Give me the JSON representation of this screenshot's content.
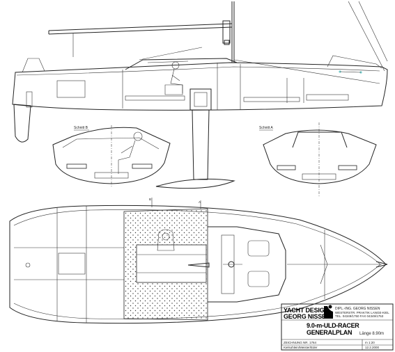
{
  "sections": {
    "section_b": "Schnitt B",
    "section_a": "Schnitt A"
  },
  "title_block": {
    "brand_line1": "YACHT DESIGN",
    "brand_line2": "GEORG NISSEN",
    "office_name": "DIPL.-ING. GEORG NISSEN",
    "office_line2": "WESTERSTR. PRAKTIK LANGE-KIEL",
    "office_line3": "TEL. 04349/1750 FAX 04349/1753",
    "project_title": "9.0-m-ULD-RACER",
    "drawing_title": "GENERALPLAN",
    "length_label": "Länge 8.90m",
    "drawing_no_label": "ZEICHNUNG NR. 1764",
    "notes_line": "Kielsohlein/Meister/Eder",
    "scale": "m 1:20",
    "date": "12.2.2000"
  }
}
